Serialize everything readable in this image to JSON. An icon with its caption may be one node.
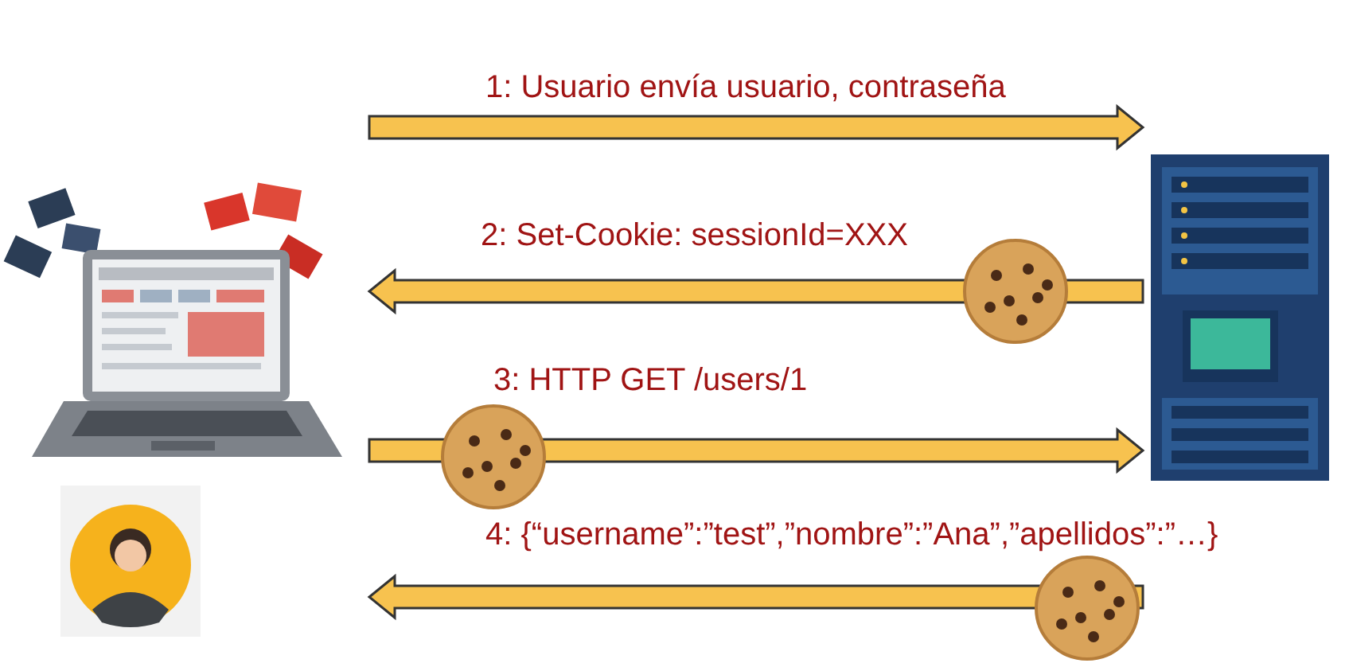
{
  "diagram": {
    "nodes": [
      {
        "text": [],
        "shape": "picture"
      },
      {
        "text": [],
        "shape": "picture"
      },
      {
        "text": [],
        "shape": "person"
      }
    ],
    "edges": [
      {
        "from": 0,
        "to": 1,
        "arrow": "to",
        "label": "1: Usuario envía usuario, contraseña"
      },
      {
        "from": 1,
        "to": 0,
        "arrow": "to",
        "label": "2: Set-Cookie: sessionId=XXX"
      },
      {
        "from": 0,
        "to": 1,
        "arrow": "to",
        "label": "3: HTTP GET /users/1"
      },
      {
        "from": 1,
        "to": 0,
        "arrow": "to",
        "label": "4: {“username”:”test”,”nombre”:”Ana”,”apellidos”:”…}"
      }
    ]
  }
}
